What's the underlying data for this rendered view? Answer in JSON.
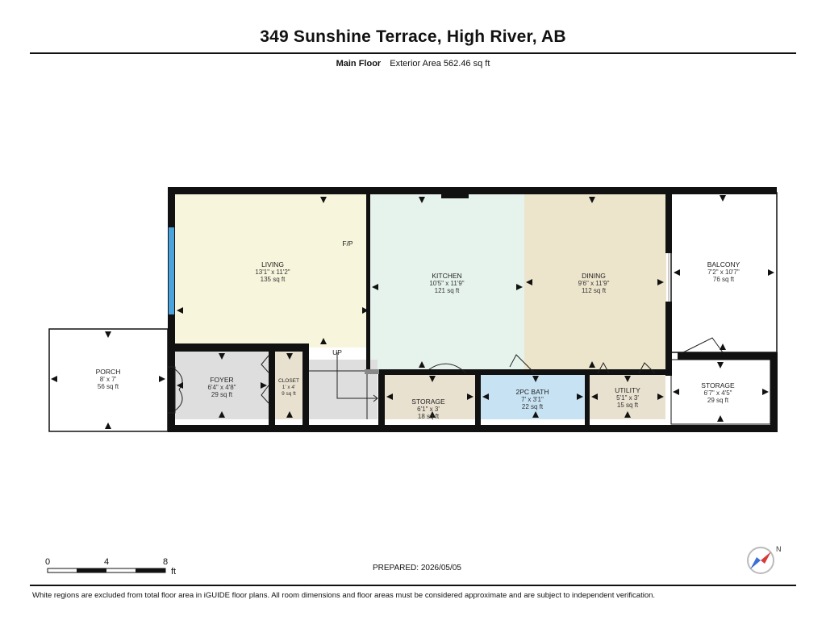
{
  "header": {
    "title": "349 Sunshine Terrace, High River, AB",
    "floor": "Main Floor",
    "area": "Exterior Area 562.46 sq ft"
  },
  "rooms": {
    "living": {
      "name": "LIVING",
      "dims": "13'1\" x 11'2\"",
      "area": "135 sq ft"
    },
    "kitchen": {
      "name": "KITCHEN",
      "dims": "10'5\" x 11'9\"",
      "area": "121 sq ft"
    },
    "dining": {
      "name": "DINING",
      "dims": "9'6\" x 11'9\"",
      "area": "112 sq ft"
    },
    "balcony": {
      "name": "BALCONY",
      "dims": "7'2\" x 10'7\"",
      "area": "76 sq ft"
    },
    "porch": {
      "name": "PORCH",
      "dims": "8' x 7'",
      "area": "56 sq ft"
    },
    "foyer": {
      "name": "FOYER",
      "dims": "6'4\" x 4'8\"",
      "area": "29 sq ft"
    },
    "closet": {
      "name": "CLOSET",
      "dims": "1' x 4'",
      "area": "9 sq ft"
    },
    "storage1": {
      "name": "STORAGE",
      "dims": "6'1\" x 3'",
      "area": "18 sq ft"
    },
    "bath": {
      "name": "2PC BATH",
      "dims": "7' x 3'1\"",
      "area": "22 sq ft"
    },
    "utility": {
      "name": "UTILITY",
      "dims": "5'1\" x 3'",
      "area": "15 sq ft"
    },
    "storage2": {
      "name": "STORAGE",
      "dims": "6'7\" x 4'5\"",
      "area": "29 sq ft"
    }
  },
  "labels": {
    "fp": "F/P",
    "up": "UP"
  },
  "scale": {
    "ticks": [
      "0",
      "4",
      "8"
    ],
    "unit": "ft"
  },
  "prepared": "PREPARED: 2026/05/05",
  "compass": {
    "direction": "N"
  },
  "colors": {
    "living": "#f7f5dc",
    "kitchen": "#e6f3ec",
    "dining": "#ede4cc",
    "foyer": "#dedede",
    "storage": "#e9e1d0",
    "bath": "#c6e2f3",
    "wall": "#111111"
  },
  "footer": "White regions are excluded from total floor area in iGUIDE floor plans. All room dimensions and floor areas must be considered approximate and are subject to independent verification."
}
